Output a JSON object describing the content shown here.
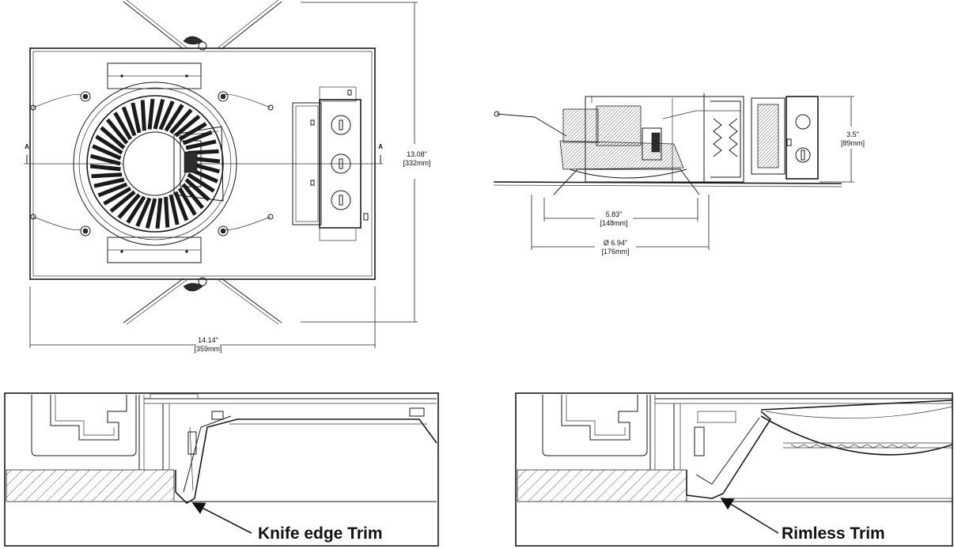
{
  "plan_view": {
    "width_dim": {
      "in": "14.14\"",
      "mm": "[359mm]"
    },
    "height_dim": {
      "in": "13.08\"",
      "mm": "[332mm]"
    },
    "section_mark_left": "A",
    "section_mark_right": "A"
  },
  "side_view": {
    "height_dim": {
      "in": "3.5\"",
      "mm": "[89mm]"
    },
    "aperture_dim": {
      "in": "5.83\"",
      "mm": "[148mm]"
    },
    "outer_dim": {
      "in": "Ø 6.94\"",
      "mm": "[176mm]"
    }
  },
  "details": [
    {
      "label": "Knife edge Trim"
    },
    {
      "label": "Rimless Trim"
    }
  ]
}
